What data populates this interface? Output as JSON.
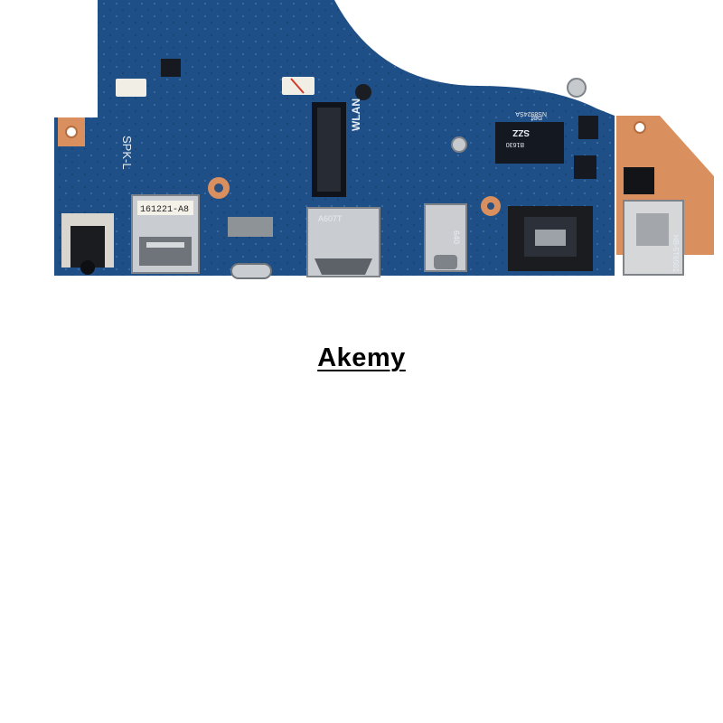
{
  "photo": {
    "colors": {
      "pcb": "#1e4f86",
      "pcb_dark": "#163d6a",
      "copper": "#d98f5e",
      "metal": "#c9ccd0",
      "metal_dark": "#7e8389"
    },
    "silkscreen": {
      "spk_label": "SPK-L",
      "wlan_label": "WLAN",
      "usb_sticker": "161221-A8",
      "hdmi_marking": "A607T",
      "typec_marking": "640",
      "chip_brand": "net",
      "chip_model": "NS8924SA",
      "chip_code": "B1630",
      "chip_logo": "SZZ",
      "dc_jack_marking": "HB-5T6501"
    }
  },
  "brand": {
    "name": "Akemy"
  }
}
